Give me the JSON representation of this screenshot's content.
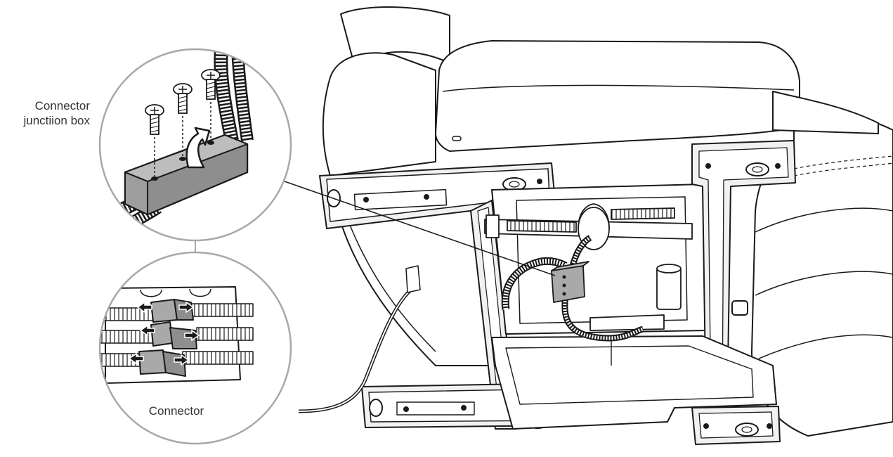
{
  "labels": {
    "junction_box_line1": "Connector",
    "junction_box_line2": "junctiion box",
    "connector": "Connector"
  },
  "colors": {
    "outline": "#1a1a1a",
    "callout_ring": "#a8a8a8",
    "part_gray": "#a9a9a9",
    "part_dark": "#6e6e6e",
    "frame_fill": "#f1f1f1",
    "label_text": "#333333"
  },
  "icons": [
    "screw-icon",
    "rotate-arrow-icon",
    "pull-apart-arrow-icon"
  ]
}
